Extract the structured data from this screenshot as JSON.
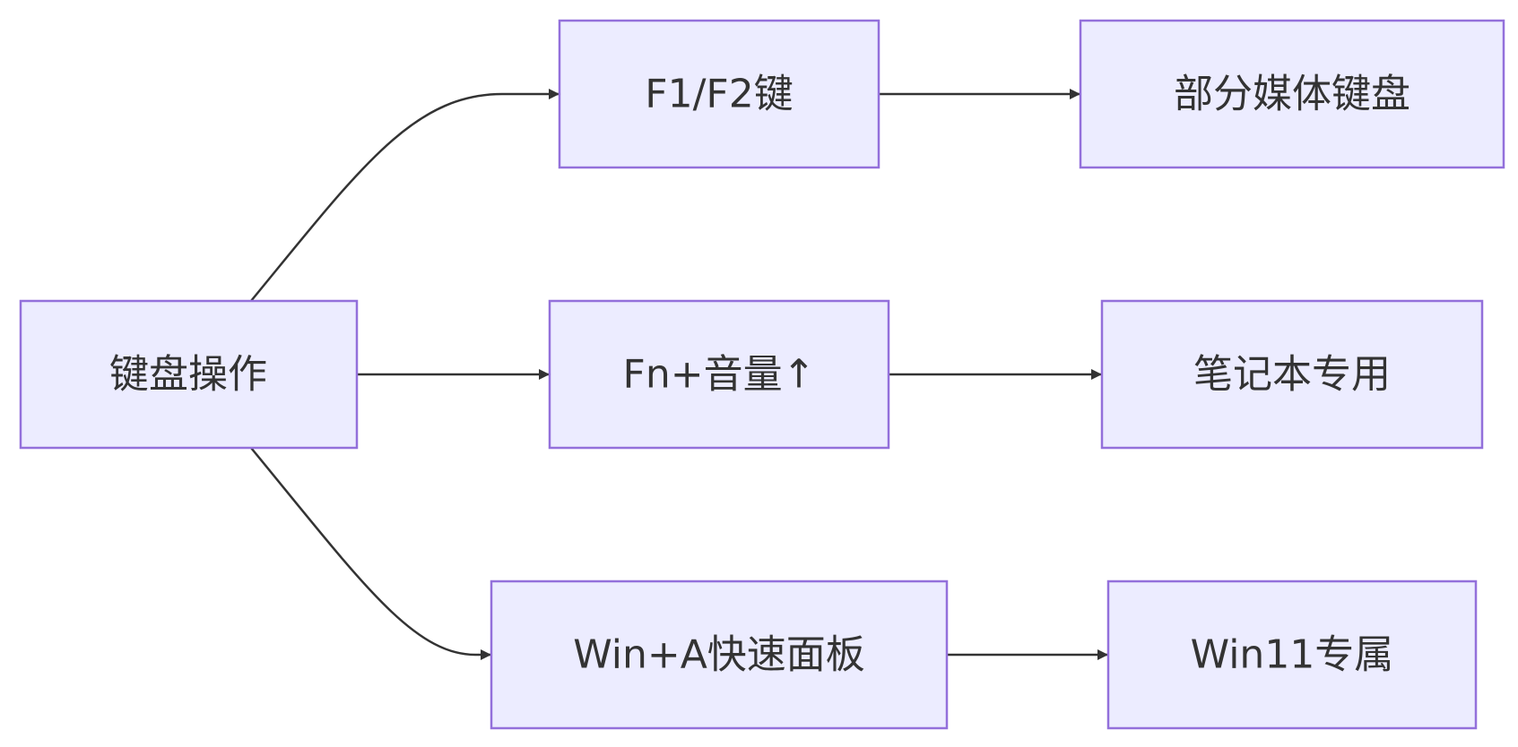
{
  "diagram": {
    "nodes": [
      {
        "id": "keyboard_ops",
        "label": "键盘操作"
      },
      {
        "id": "f1f2",
        "label": "F1/F2键"
      },
      {
        "id": "fn_vol",
        "label": "Fn+音量↑"
      },
      {
        "id": "win_a",
        "label": "Win+A快速面板"
      },
      {
        "id": "media_kb",
        "label": "部分媒体键盘"
      },
      {
        "id": "laptop",
        "label": "笔记本专用"
      },
      {
        "id": "win11",
        "label": "Win11专属"
      }
    ],
    "edges": [
      {
        "from": "keyboard_ops",
        "to": "f1f2"
      },
      {
        "from": "keyboard_ops",
        "to": "fn_vol"
      },
      {
        "from": "keyboard_ops",
        "to": "win_a"
      },
      {
        "from": "f1f2",
        "to": "media_kb"
      },
      {
        "from": "fn_vol",
        "to": "laptop"
      },
      {
        "from": "win_a",
        "to": "win11"
      }
    ],
    "colors": {
      "node_fill": "#ECECFF",
      "node_stroke": "#9370DB",
      "edge": "#333333",
      "text": "#333333"
    }
  }
}
